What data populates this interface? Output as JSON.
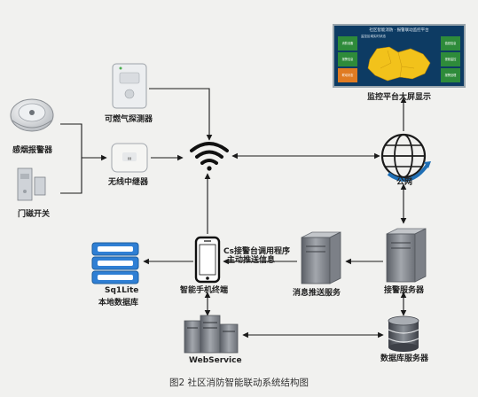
{
  "nodes": {
    "smoke_alarm": "感烟报警器",
    "door_sensor": "门磁开关",
    "gas_detector": "可燃气探测器",
    "wireless_repeater": "无线中继器",
    "monitor_screen": "监控平台大屏显示",
    "public_network": "公网",
    "sqlite_db": [
      "Sq1Lite",
      "本地数据库"
    ],
    "smartphone": "智能手机终端",
    "cs_note": [
      "Cs接警台调用程序",
      "主动推送信息"
    ],
    "push_service": "消息推送服务",
    "alarm_server": "接警服务器",
    "webservice": "WebService",
    "db_server": "数据库服务器"
  },
  "screen": {
    "title": "社区智能消防 · 报警联动监控平台",
    "subtitle": "监控区域实时状态",
    "panels": [
      "消防设备",
      "报警信息",
      "联动状态",
      "值班信息",
      "视频监控",
      "报警处理"
    ]
  },
  "caption": "图2  社区消防智能联动系统结构图",
  "colors": {
    "line": "#1a1a1a",
    "db_blue": "#2f7fd4",
    "globe_blue": "#1f6fb5",
    "map_yellow": "#f2c21b",
    "panel_green": "#2e8b3a",
    "panel_orange": "#e07b22",
    "server_gray": "#8c8f94"
  }
}
